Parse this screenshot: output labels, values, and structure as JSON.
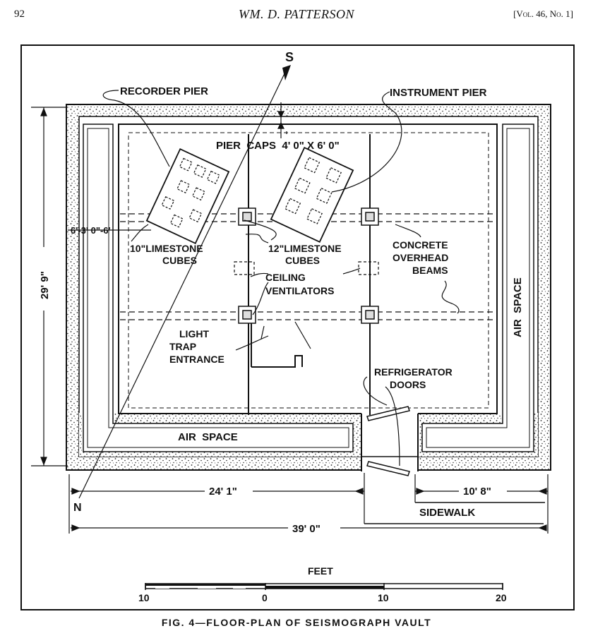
{
  "header": {
    "page_number": "92",
    "running_title": "WM. D. PATTERSON",
    "issue": "[Vol. 46, No. 1]"
  },
  "figure": {
    "compass": {
      "south": "S",
      "north": "N"
    },
    "labels": {
      "recorder_pier": "RECORDER PIER",
      "instrument_pier": "INSTRUMENT PIER",
      "pier_caps": "PIER  CAPS  4' 0\" X 6' 0\"",
      "limestone_10_line1": "10\"LIMESTONE",
      "limestone_10_line2": "CUBES",
      "limestone_12_line1": "12\"LIMESTONE",
      "limestone_12_line2": "CUBES",
      "concrete_line1": "CONCRETE",
      "concrete_line2": "OVERHEAD",
      "concrete_line3": "BEAMS",
      "ceiling_line1": "CEILING",
      "ceiling_line2": "VENTILATORS",
      "light_line1": "LIGHT",
      "light_line2": "TRAP",
      "light_line3": "ENTRANCE",
      "refrig_line1": "REFRIGERATOR",
      "refrig_line2": "DOORS",
      "air_space_right": "AIR  SPACE",
      "air_space_bottom": "AIR  SPACE",
      "sidewalk": "SIDEWALK"
    },
    "dimensions": {
      "height": "29' 9\"",
      "spacing": "6'-3' 0\"-6'",
      "width_left": "24' 1\"",
      "width_right": "10' 8\"",
      "total_width": "39' 0\""
    },
    "scale": {
      "title": "FEET",
      "ticks": [
        "10",
        "0",
        "10",
        "20"
      ]
    }
  },
  "caption": "FIG. 4—FLOOR-PLAN OF SEISMOGRAPH VAULT"
}
